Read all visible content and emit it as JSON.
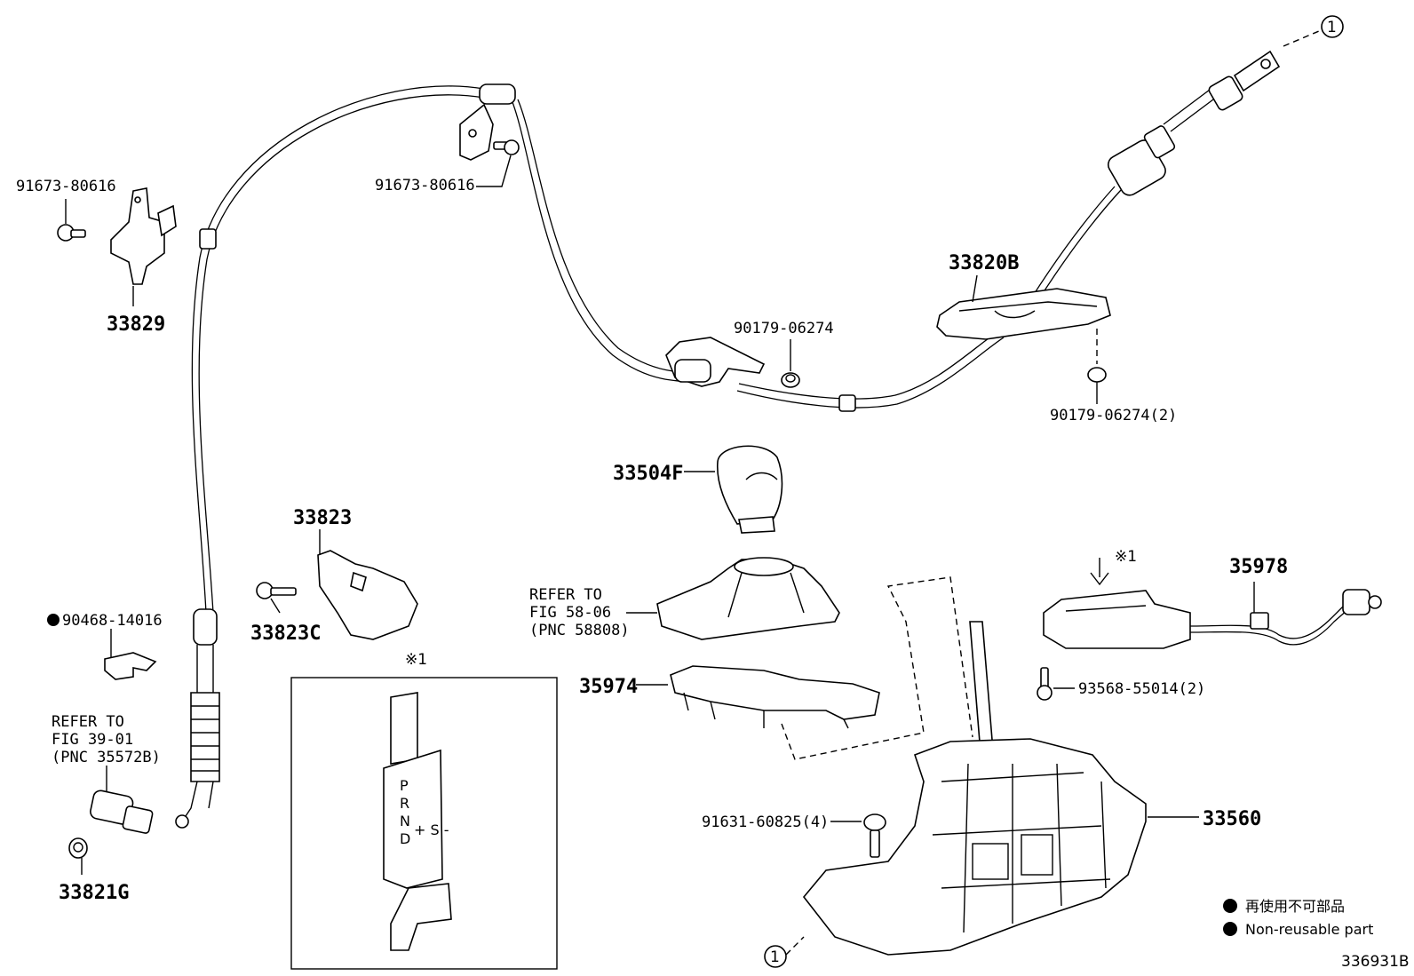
{
  "labels": {
    "p91673_a": "91673-80616",
    "p91673_b": "91673-80616",
    "p33829": "33829",
    "p90179_a": "90179-06274",
    "p33820B": "33820B",
    "p90179_b": "90179-06274(2)",
    "p33504F": "33504F",
    "p33823": "33823",
    "p33823C": "33823C",
    "p90468": "90468-14016",
    "ref39_1": "REFER TO",
    "ref39_2": "FIG 39-01",
    "ref39_3": "(PNC 35572B)",
    "p33821G": "33821G",
    "ref58_1": "REFER TO",
    "ref58_2": "FIG 58-06",
    "ref58_3": "(PNC 58808)",
    "p35974": "35974",
    "p35978": "35978",
    "p93568": "93568-55014(2)",
    "p91631": "91631-60825(4)",
    "p33560": "33560",
    "note_mark_a": "※1",
    "note_mark_b": "※1",
    "circle_1_top": "1",
    "circle_1_bottom": "1",
    "gear_letters": [
      "P",
      "R",
      "N",
      "D"
    ],
    "gear_side": "+ S -"
  },
  "legend": {
    "jp": "再使用不可部品",
    "en": "Non-reusable part"
  },
  "figure_id": "336931B"
}
